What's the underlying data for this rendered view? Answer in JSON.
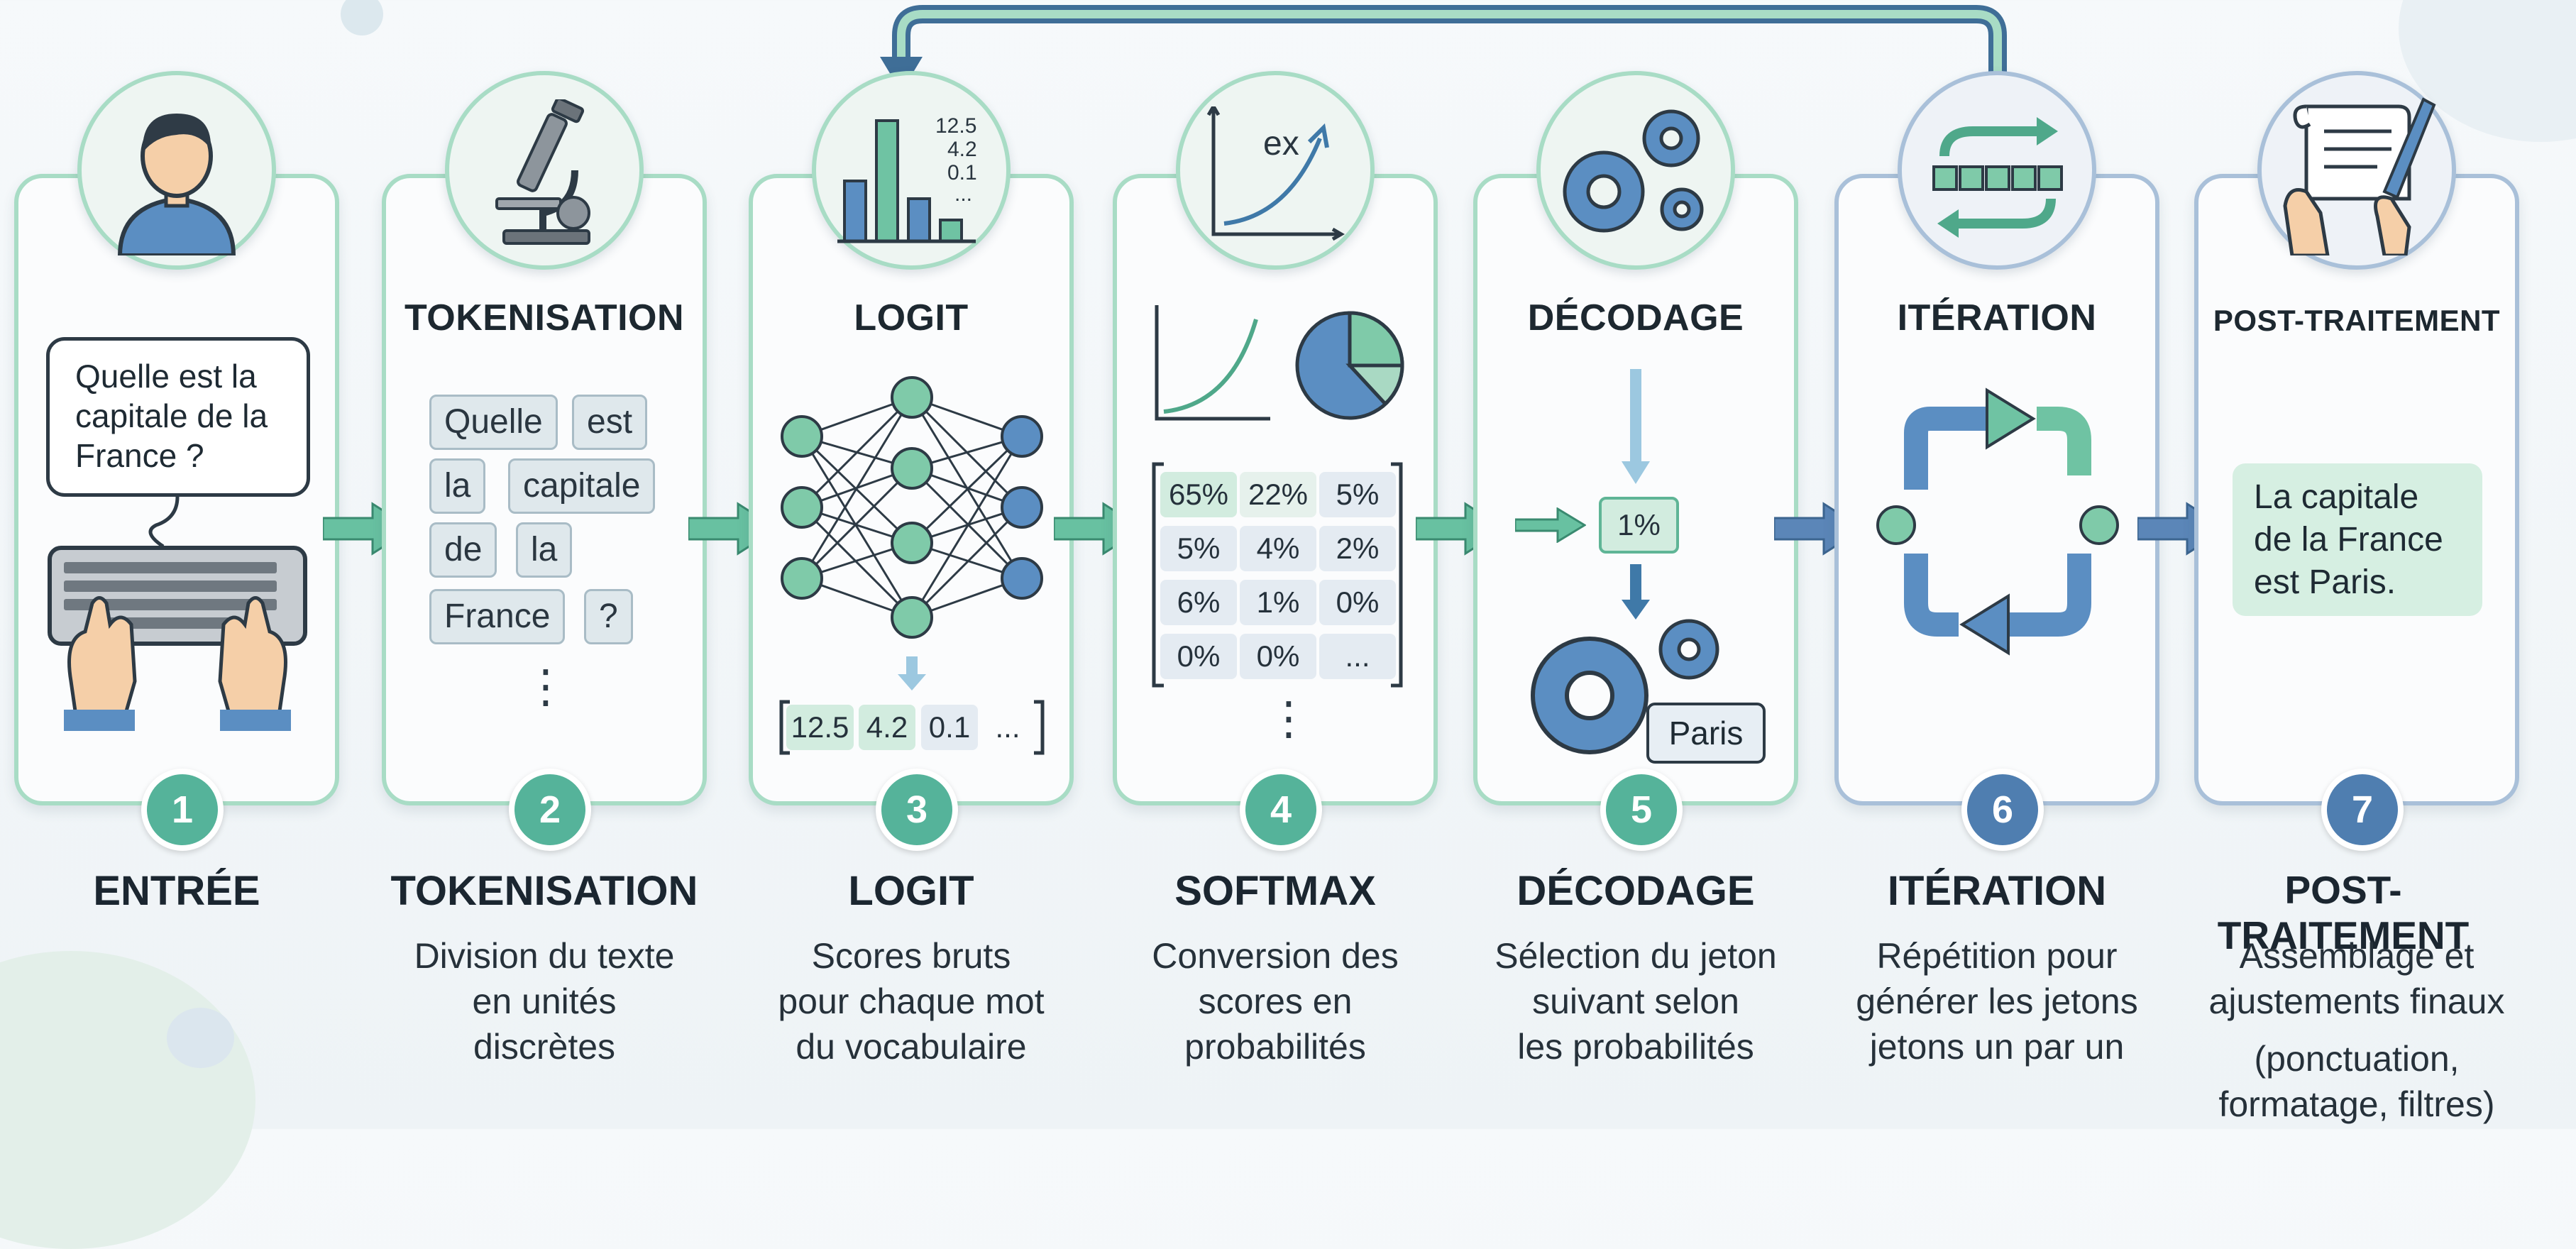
{
  "steps": [
    {
      "num": "1",
      "label": "ENTRÉE",
      "desc": "",
      "title": ""
    },
    {
      "num": "2",
      "label": "TOKENISATION",
      "desc": "Division du texte\nen unités\ndiscrètes",
      "title": "TOKENISATION"
    },
    {
      "num": "3",
      "label": "LOGIT",
      "desc": "Scores bruts\npour chaque mot\ndu vocabulaire",
      "title": "LOGIT"
    },
    {
      "num": "4",
      "label": "SOFTMAX",
      "desc": "Conversion des\nscores en\nprobabilités",
      "title": ""
    },
    {
      "num": "5",
      "label": "DÉCODAGE",
      "desc": "Sélection du jeton\nsuivant selon\nles probabilités",
      "title": "DÉCODAGE"
    },
    {
      "num": "6",
      "label": "ITÉRATION",
      "desc": "Répétition pour\ngénérer les jetons\njetons un par un",
      "title": "ITÉRATION"
    },
    {
      "num": "7",
      "label": "POST-TRAITEMENT",
      "desc": "Assemblage et\najustements finaux",
      "desc2": "(ponctuation,\nformatage, filtres)",
      "title": "POST-TRAITEMENT"
    }
  ],
  "input_question": "Quelle est la\ncapitale de la\nFrance ?",
  "tokens": [
    "Quelle",
    "est",
    "la",
    "capitale",
    "de",
    "la",
    "France",
    "?"
  ],
  "vertical_ellipsis": "⋮",
  "logit_chart_values": [
    "12.5",
    "4.2",
    "0.1",
    "..."
  ],
  "logit_vector": [
    "12.5",
    "4.2",
    "0.1",
    "..."
  ],
  "softmax_label": "ex",
  "softmax_matrix": [
    [
      "65%",
      "22%",
      "5%"
    ],
    [
      "5%",
      "4%",
      "2%"
    ],
    [
      "6%",
      "1%",
      "0%"
    ],
    [
      "0%",
      "0%",
      "..."
    ]
  ],
  "decode_selected": "1%",
  "decode_output": "Paris",
  "final_output": "La capitale\nde la France\nest Paris.",
  "colors": {
    "green": "#55b39a",
    "blue": "#4f7eb0",
    "green_border": "#a8dcc5",
    "blue_border": "#a9c0d9"
  }
}
